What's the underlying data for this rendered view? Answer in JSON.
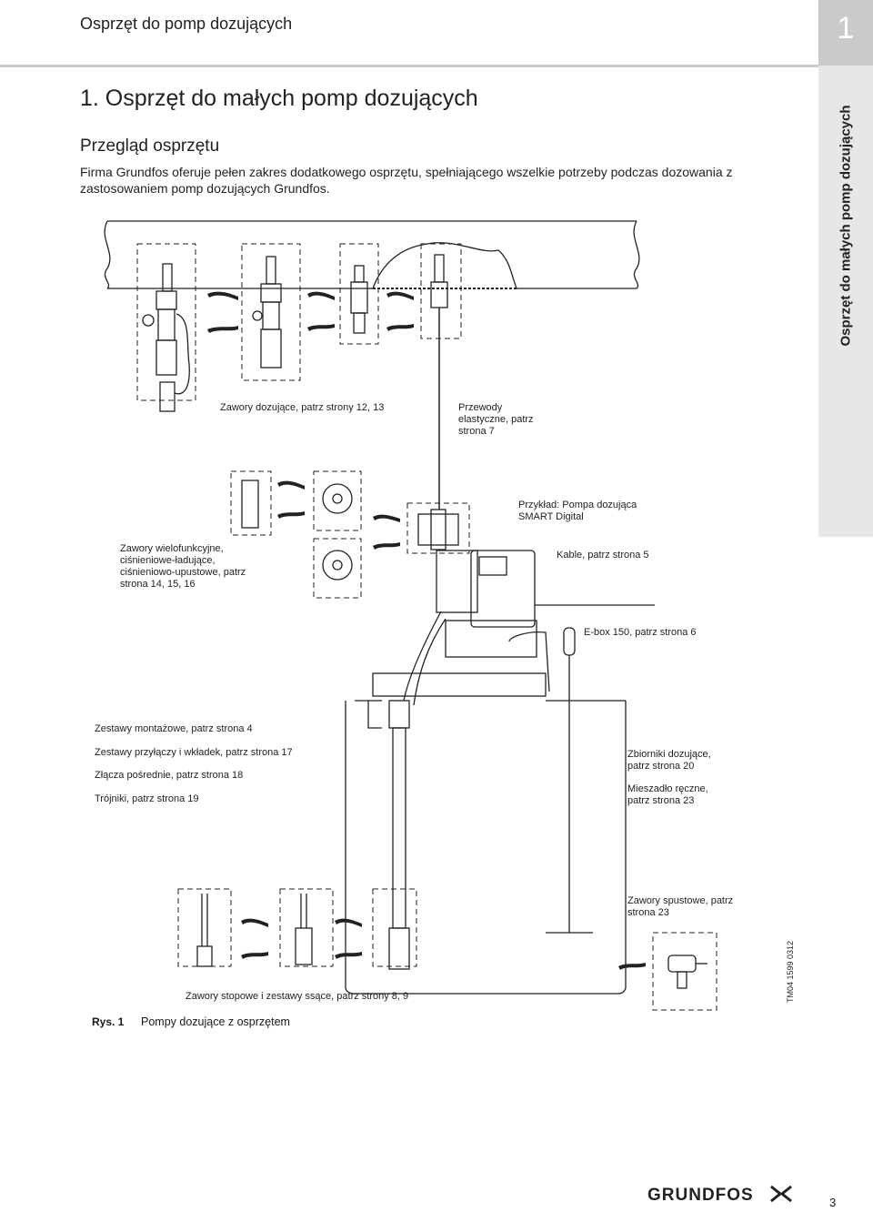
{
  "header": {
    "title": "Osprzęt do pomp dozujących",
    "chapter_number": "1"
  },
  "sidebar": {
    "text": "Osprzęt do małych pomp dozujących"
  },
  "section": {
    "title": "1. Osprzęt do małych pomp dozujących",
    "subtitle": "Przegląd osprzętu",
    "intro": "Firma Grundfos oferuje pełen zakres dodatkowego osprzętu, spełniającego wszelkie potrzeby podczas dozowania z zastosowaniem pomp dozujących Grundfos."
  },
  "figure": {
    "labels": {
      "dosing_valves": "Zawory dozujące, patrz strony 12, 13",
      "hoses": "Przewody elastyczne, patrz strona 7",
      "example_pump": "Przykład: Pompa dozująca SMART Digital",
      "multifunction_valves": "Zawory wielofunkcyjne, ciśnieniowe-ładujące, ciśnieniowo-upustowe, patrz strona 14, 15, 16",
      "cables": "Kable, patrz strona 5",
      "ebox": "E-box 150, patrz strona 6",
      "mounting_kits": "Zestawy montażowe, patrz strona 4",
      "connection_kits": "Zestawy przyłączy i wkładek, patrz strona 17",
      "intermediate_connectors": "Złącza pośrednie, patrz strona 18",
      "tees": "Trójniki, patrz strona 19",
      "tanks": "Zbiorniki dozujące, patrz strona 20",
      "mixer": "Mieszadło ręczne, patrz strona 23",
      "drain_valves": "Zawory spustowe, patrz strona 23",
      "foot_valves": "Zawory stopowe i zestawy ssące, patrz strony 8, 9"
    },
    "number": "Rys. 1",
    "caption": "Pompy dozujące z osprzętem",
    "drawing_code": "TM04 1599 0312"
  },
  "footer": {
    "logo": "GRUNDFOS",
    "page_number": "3"
  }
}
